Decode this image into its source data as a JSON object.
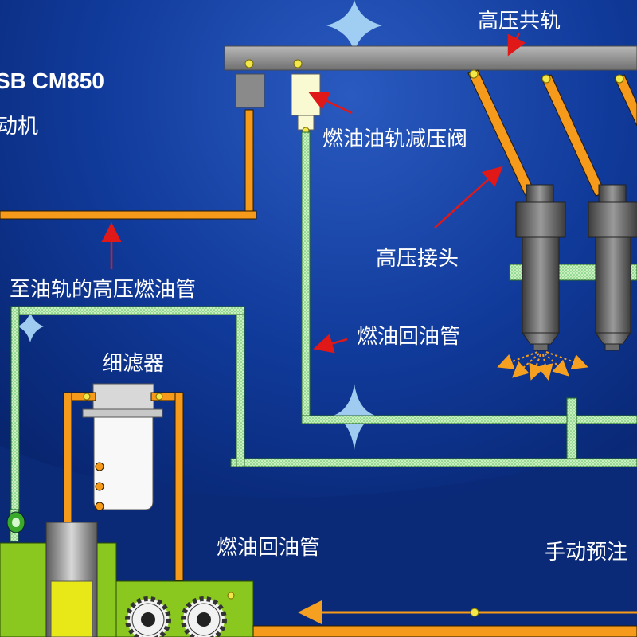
{
  "diagram": {
    "title_line1": "SB CM850",
    "title_line2": "动机",
    "labels": {
      "common_rail": "高压共轨",
      "pressure_relief_valve": "燃油油轨减压阀",
      "high_pressure_connector": "高压接头",
      "hp_pipe_to_rail": "至油轨的高压燃油管",
      "fuel_return_pipe_upper": "燃油回油管",
      "fine_filter": "细滤器",
      "fuel_return_pipe_lower": "燃油回油管",
      "manual_priming": "手动预注"
    }
  }
}
